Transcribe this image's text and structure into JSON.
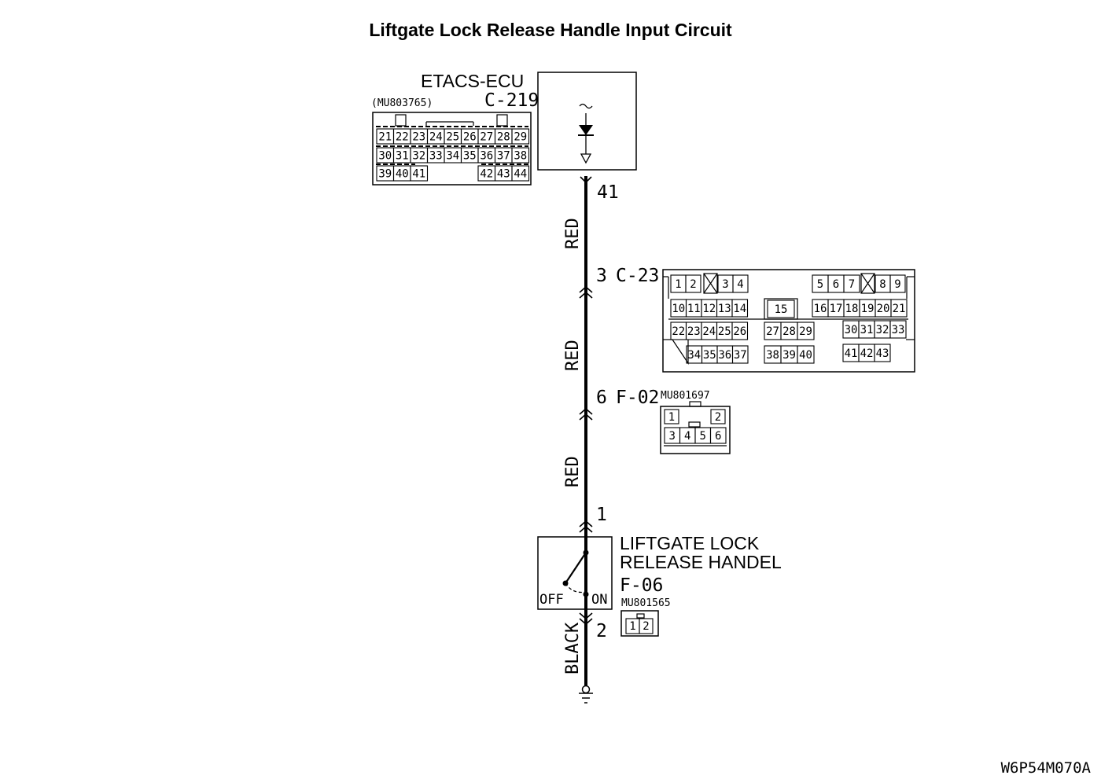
{
  "title": "Liftgate Lock Release Handle Input Circuit",
  "figure_code": "W6P54M070A",
  "ecu": {
    "name": "ETACS-ECU",
    "connector": "C-219",
    "part_no": "(MU803765)",
    "pin": "41",
    "pins": {
      "row1": [
        "21",
        "22",
        "23",
        "24",
        "25",
        "26",
        "27",
        "28",
        "29"
      ],
      "row2": [
        "30",
        "31",
        "32",
        "33",
        "34",
        "35",
        "36",
        "37",
        "38"
      ],
      "row3_left": [
        "39",
        "40",
        "41"
      ],
      "row3_right": [
        "42",
        "43",
        "44"
      ]
    }
  },
  "wires": {
    "seg1_color": "RED",
    "seg2_color": "RED",
    "seg3_color": "RED",
    "seg4_color": "BLACK"
  },
  "c23": {
    "pin": "3",
    "connector": "C-23",
    "pins": {
      "r1a": [
        "1",
        "2"
      ],
      "r1b": [
        "3",
        "4"
      ],
      "r1c": [
        "5",
        "6",
        "7"
      ],
      "r1d": [
        "8",
        "9"
      ],
      "r2a": [
        "10",
        "11",
        "12",
        "13",
        "14"
      ],
      "r2b": [
        "15"
      ],
      "r2c": [
        "16",
        "17",
        "18",
        "19",
        "20",
        "21"
      ],
      "r3a": [
        "22",
        "23",
        "24",
        "25",
        "26"
      ],
      "r3b": [
        "27",
        "28",
        "29"
      ],
      "r3c": [
        "30",
        "31",
        "32",
        "33"
      ],
      "r4a": [
        "34",
        "35",
        "36",
        "37"
      ],
      "r4b": [
        "38",
        "39",
        "40"
      ],
      "r4c": [
        "41",
        "42",
        "43"
      ]
    }
  },
  "f02": {
    "pin": "6",
    "connector": "F-02",
    "part_no": "MU801697",
    "pins": {
      "top": [
        "1",
        "2"
      ],
      "bottom": [
        "3",
        "4",
        "5",
        "6"
      ]
    }
  },
  "switch": {
    "pin_top": "1",
    "pin_bottom": "2",
    "name_line1": "LIFTGATE LOCK",
    "name_line2": "RELEASE HANDEL",
    "connector": "F-06",
    "part_no": "MU801565",
    "off_label": "OFF",
    "on_label": "ON",
    "pins": [
      "1",
      "2"
    ]
  }
}
